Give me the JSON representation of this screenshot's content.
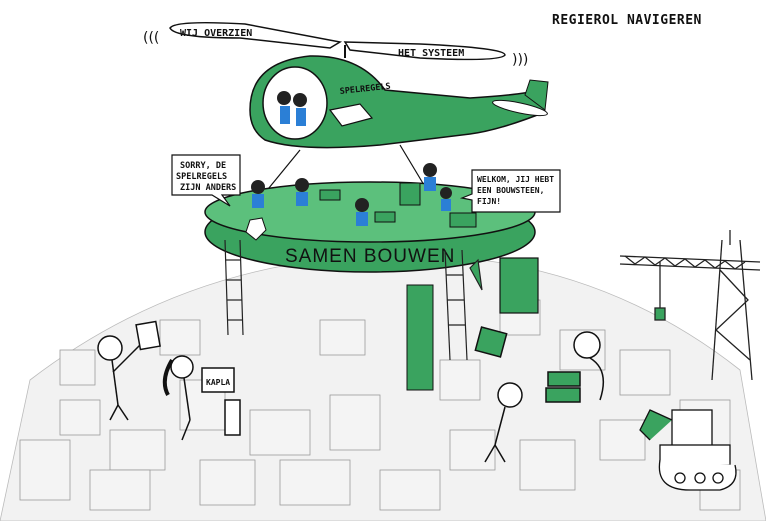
{
  "title": "REGIEROL NAVIGEREN",
  "rotor_banner_left": "WIJ OVERZIEN",
  "rotor_banner_right": "HET SYSTEEM",
  "helicopter_label": "SPELREGELS",
  "speech_left": [
    "SORRY, DE",
    "SPELREGELS",
    "ZIJN ANDERS"
  ],
  "speech_right": [
    "WELKOM, JIJ HEBT",
    "EEN BOUWSTEEN,",
    "FIJN!"
  ],
  "platform_label": "SAMEN BOUWEN",
  "box_label": "KAPLA",
  "colors": {
    "accent": "#3aa35f",
    "accent_dark": "#2e8a4e",
    "ink": "#111111",
    "city": "#e6e6e6"
  }
}
